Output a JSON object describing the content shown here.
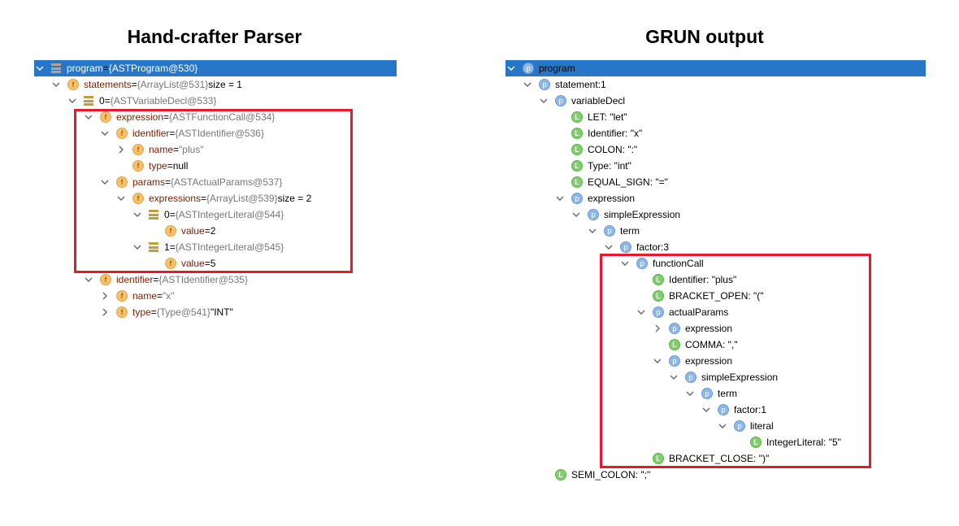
{
  "left_title": "Hand-crafter Parser",
  "right_title": "GRUN output",
  "left_tree": [
    {
      "indent": 0,
      "chev": "down",
      "icon": "list",
      "name": "program",
      "sep": " = ",
      "type": "{ASTProgram@530}",
      "rest": "",
      "selected": true
    },
    {
      "indent": 1,
      "chev": "down",
      "icon": "f",
      "name": "statements",
      "sep": " = ",
      "type": "{ArrayList@531}",
      "rest": "  size = 1"
    },
    {
      "indent": 2,
      "chev": "down",
      "icon": "list",
      "name": "0",
      "sep": " = ",
      "type": "{ASTVariableDecl@533}",
      "rest": "",
      "plain": true
    },
    {
      "indent": 3,
      "chev": "down",
      "icon": "f",
      "name": "expression",
      "sep": " = ",
      "type": "{ASTFunctionCall@534}",
      "rest": ""
    },
    {
      "indent": 4,
      "chev": "down",
      "icon": "f",
      "name": "identifier",
      "sep": " = ",
      "type": "{ASTIdentifier@536}",
      "rest": ""
    },
    {
      "indent": 5,
      "chev": "right",
      "icon": "f",
      "name": "name",
      "sep": " = ",
      "type": "\"plus\"",
      "rest": ""
    },
    {
      "indent": 5,
      "chev": "none",
      "icon": "f",
      "name": "type",
      "sep": " = ",
      "type": "",
      "rest": "null"
    },
    {
      "indent": 4,
      "chev": "down",
      "icon": "f",
      "name": "params",
      "sep": " = ",
      "type": "{ASTActualParams@537}",
      "rest": ""
    },
    {
      "indent": 5,
      "chev": "down",
      "icon": "f",
      "name": "expressions",
      "sep": " = ",
      "type": "{ArrayList@539}",
      "rest": "  size = 2"
    },
    {
      "indent": 6,
      "chev": "down",
      "icon": "list",
      "name": "0",
      "sep": " = ",
      "type": "{ASTIntegerLiteral@544}",
      "rest": "",
      "plain": true
    },
    {
      "indent": 7,
      "chev": "none",
      "icon": "f",
      "name": "value",
      "sep": " = ",
      "type": "",
      "rest": "2"
    },
    {
      "indent": 6,
      "chev": "down",
      "icon": "list",
      "name": "1",
      "sep": " = ",
      "type": "{ASTIntegerLiteral@545}",
      "rest": "",
      "plain": true
    },
    {
      "indent": 7,
      "chev": "none",
      "icon": "f",
      "name": "value",
      "sep": " = ",
      "type": "",
      "rest": "5"
    },
    {
      "indent": 3,
      "chev": "down",
      "icon": "f",
      "name": "identifier",
      "sep": " = ",
      "type": "{ASTIdentifier@535}",
      "rest": ""
    },
    {
      "indent": 4,
      "chev": "right",
      "icon": "f",
      "name": "name",
      "sep": " = ",
      "type": "\"x\"",
      "rest": ""
    },
    {
      "indent": 4,
      "chev": "right",
      "icon": "f",
      "name": "type",
      "sep": " = ",
      "type": "{Type@541}",
      "rest": " \"INT\""
    }
  ],
  "right_tree": [
    {
      "indent": 0,
      "chev": "down",
      "icon": "p",
      "text": "program",
      "selected": true
    },
    {
      "indent": 1,
      "chev": "down",
      "icon": "p",
      "text": "statement:1"
    },
    {
      "indent": 2,
      "chev": "down",
      "icon": "p",
      "text": "variableDecl"
    },
    {
      "indent": 3,
      "chev": "none",
      "icon": "L",
      "text": "LET: \"let\""
    },
    {
      "indent": 3,
      "chev": "none",
      "icon": "L",
      "text": "Identifier: \"x\""
    },
    {
      "indent": 3,
      "chev": "none",
      "icon": "L",
      "text": "COLON: \":\""
    },
    {
      "indent": 3,
      "chev": "none",
      "icon": "L",
      "text": "Type: \"int\""
    },
    {
      "indent": 3,
      "chev": "none",
      "icon": "L",
      "text": "EQUAL_SIGN: \"=\""
    },
    {
      "indent": 3,
      "chev": "down",
      "icon": "p",
      "text": "expression"
    },
    {
      "indent": 4,
      "chev": "down",
      "icon": "p",
      "text": "simpleExpression"
    },
    {
      "indent": 5,
      "chev": "down",
      "icon": "p",
      "text": "term"
    },
    {
      "indent": 6,
      "chev": "down",
      "icon": "p",
      "text": "factor:3"
    },
    {
      "indent": 7,
      "chev": "down",
      "icon": "p",
      "text": "functionCall"
    },
    {
      "indent": 8,
      "chev": "none",
      "icon": "L",
      "text": "Identifier: \"plus\""
    },
    {
      "indent": 8,
      "chev": "none",
      "icon": "L",
      "text": "BRACKET_OPEN: \"(\""
    },
    {
      "indent": 8,
      "chev": "down",
      "icon": "p",
      "text": "actualParams"
    },
    {
      "indent": 9,
      "chev": "right",
      "icon": "p",
      "text": "expression"
    },
    {
      "indent": 9,
      "chev": "none",
      "icon": "L",
      "text": "COMMA: \",\""
    },
    {
      "indent": 9,
      "chev": "down",
      "icon": "p",
      "text": "expression"
    },
    {
      "indent": 10,
      "chev": "down",
      "icon": "p",
      "text": "simpleExpression"
    },
    {
      "indent": 11,
      "chev": "down",
      "icon": "p",
      "text": "term"
    },
    {
      "indent": 12,
      "chev": "down",
      "icon": "p",
      "text": "factor:1"
    },
    {
      "indent": 13,
      "chev": "down",
      "icon": "p",
      "text": "literal"
    },
    {
      "indent": 14,
      "chev": "none",
      "icon": "L",
      "text": "IntegerLiteral: \"5\""
    },
    {
      "indent": 8,
      "chev": "none",
      "icon": "L",
      "text": "BRACKET_CLOSE: \")\""
    },
    {
      "indent": 2,
      "chev": "none",
      "icon": "L",
      "text": "SEMI_COLON: \";\""
    }
  ],
  "colors": {
    "selection": "#2776c7",
    "highlight_box": "#e8192c"
  }
}
